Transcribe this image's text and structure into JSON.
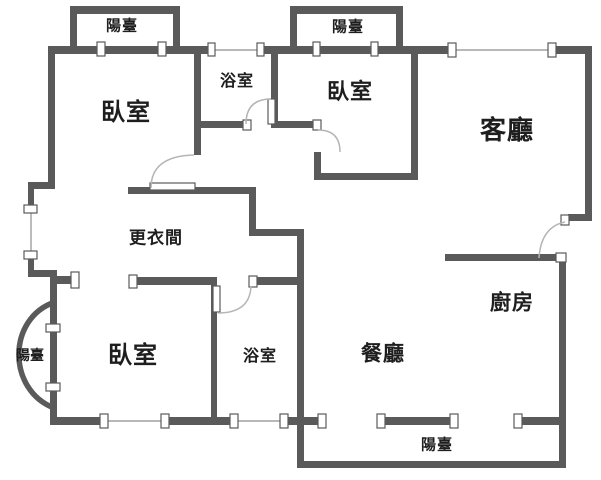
{
  "floorplan": {
    "type": "apartment-floor-plan",
    "labels": [
      {
        "id": "balcony-top-left",
        "text": "陽臺"
      },
      {
        "id": "bedroom-top-left",
        "text": "臥室"
      },
      {
        "id": "bathroom-top",
        "text": "浴室"
      },
      {
        "id": "balcony-top-middle",
        "text": "陽臺"
      },
      {
        "id": "bedroom-top-middle",
        "text": "臥室"
      },
      {
        "id": "living-room",
        "text": "客廳"
      },
      {
        "id": "walk-in-closet",
        "text": "更衣間"
      },
      {
        "id": "balcony-left",
        "text": "陽臺"
      },
      {
        "id": "bedroom-bottom-left",
        "text": "臥室"
      },
      {
        "id": "bathroom-bottom",
        "text": "浴室"
      },
      {
        "id": "dining-room",
        "text": "餐廳"
      },
      {
        "id": "kitchen",
        "text": "廚房"
      },
      {
        "id": "balcony-bottom",
        "text": "陽臺"
      }
    ],
    "colors": {
      "wall": "#5a5a5a",
      "window_line": "#a0a0a0",
      "door_arc": "#b5b5b5",
      "text": "#1e1e1e",
      "background": "#ffffff"
    }
  }
}
